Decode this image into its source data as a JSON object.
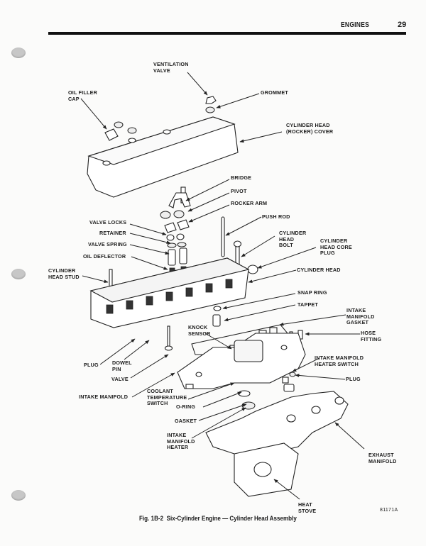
{
  "header": {
    "section": "ENGINES",
    "page": "29"
  },
  "labels": {
    "ventilation_valve": "VENTILATION\nVALVE",
    "grommet": "GROMMET",
    "oil_filler_cap": "OIL FILLER\nCAP",
    "rocker_cover": "CYLINDER HEAD\n(ROCKER) COVER",
    "bridge": "BRIDGE",
    "pivot": "PIVOT",
    "rocker_arm": "ROCKER ARM",
    "push_rod": "PUSH ROD",
    "valve_locks": "VALVE LOCKS",
    "retainer": "RETAINER",
    "valve_spring": "VALVE SPRING",
    "oil_deflector": "OIL DEFLECTOR",
    "head_bolt": "CYLINDER\nHEAD\nBOLT",
    "core_plug": "CYLINDER\nHEAD CORE\nPLUG",
    "head_stud": "CYLINDER\nHEAD STUD",
    "cylinder_head": "CYLINDER HEAD",
    "snap_ring": "SNAP RING",
    "tappet": "TAPPET",
    "intake_gasket": "INTAKE\nMANIFOLD\nGASKET",
    "knock_sensor": "KNOCK\nSENSOR",
    "hose_fitting": "HOSE\nFITTING",
    "plug_left": "PLUG",
    "dowel_pin": "DOWEL\nPIN",
    "valve": "VALVE",
    "heater_switch": "INTAKE MANIFOLD\nHEATER SWITCH",
    "plug_right": "PLUG",
    "intake_manifold": "INTAKE MANIFOLD",
    "coolant_switch": "COOLANT\nTEMPERATURE\nSWITCH",
    "o_ring": "O-RING",
    "gasket": "GASKET",
    "manifold_heater": "INTAKE\nMANIFOLD\nHEATER",
    "exhaust_manifold": "EXHAUST\nMANIFOLD",
    "heat_stove": "HEAT\nSTOVE"
  },
  "figure": {
    "caption": "Fig. 1B-2  Six-Cylinder Engine — Cylinder Head Assembly",
    "number": "81171A"
  }
}
